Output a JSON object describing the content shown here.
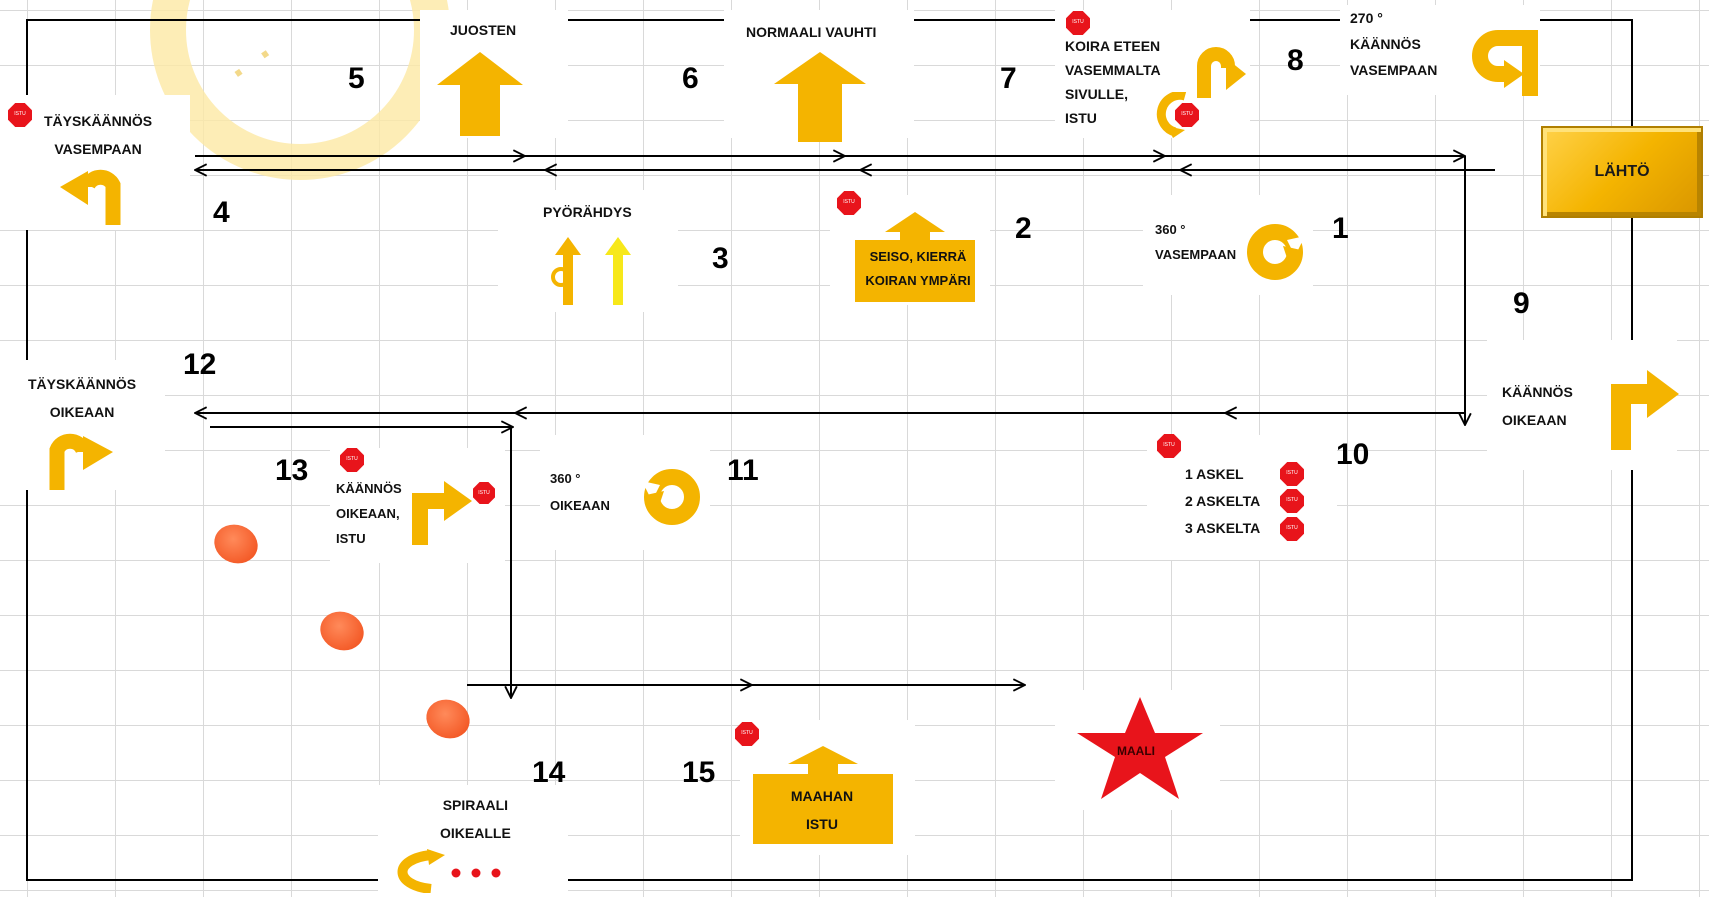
{
  "start": "LÄHTÖ",
  "finish": "MAALI",
  "stop_sign": "ISTU",
  "numbers": [
    "1",
    "2",
    "3",
    "4",
    "5",
    "6",
    "7",
    "8",
    "9",
    "10",
    "11",
    "12",
    "13",
    "14",
    "15"
  ],
  "signs": {
    "s1": "360 °\nVASEMPAAN",
    "s2": "SEISO, KIERRÄ\nKOIRAN YMPÄRI",
    "s3": "PYÖRÄHDYS",
    "s4": "TÄYSKÄÄNNÖS\nVASEMPAAN",
    "s5": "JUOSTEN",
    "s6": "NORMAALI VAUHTI",
    "s7": "KOIRA ETEEN\nVASEMMALTA\nSIVULLE,\nISTU",
    "s8": "270 °\nKÄÄNNÖS\nVASEMPAAN",
    "s9": "KÄÄNNÖS\nOIKEAAN",
    "s10": "1 ASKEL\n2 ASKELTA\n3 ASKELTA",
    "s11": "360 °\nOIKEAAN",
    "s12": "TÄYSKÄÄNNÖS\nOIKEAAN",
    "s13": "KÄÄNNÖS\nOIKEAAN,\nISTU",
    "s14": "SPIRAALI\nOIKEALLE",
    "s15": "MAAHAN\nISTU"
  },
  "colors": {
    "arrow": "#f4b400",
    "stop": "#e8141b",
    "cone": "#f04a16",
    "star": "#e8141b"
  }
}
